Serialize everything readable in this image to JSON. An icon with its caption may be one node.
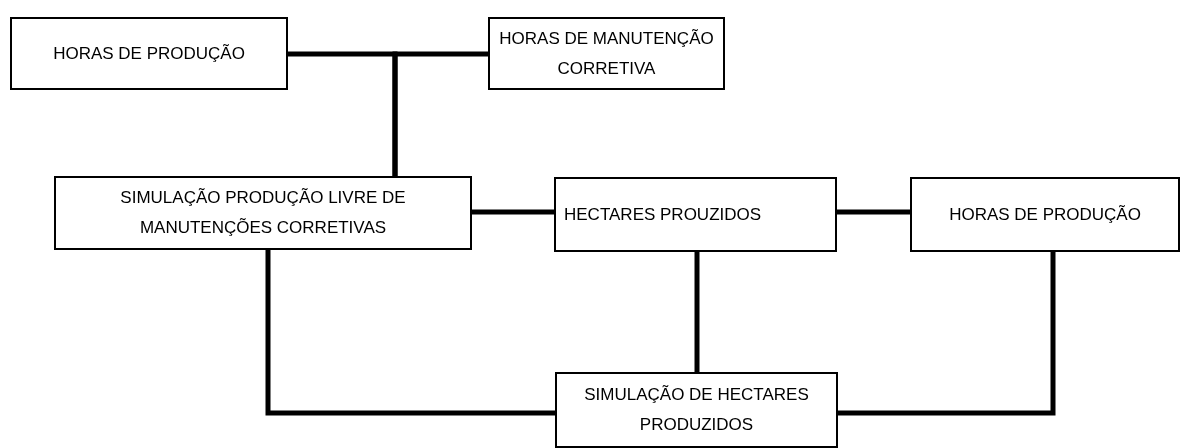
{
  "diagram": {
    "nodes": [
      {
        "text": [
          "HORAS DE PRODUÇÃO"
        ]
      },
      {
        "text": [
          "HORAS DE MANUTENÇÃO CORRETIVA"
        ]
      },
      {
        "text": [
          "SIMULAÇÃO PRODUÇÃO LIVRE DE MANUTENÇÕES CORRETIVAS"
        ]
      },
      {
        "text": [
          "HECTARES PROUZIDOS"
        ]
      },
      {
        "text": [
          "HORAS DE PRODUÇÃO"
        ]
      },
      {
        "text": [
          "SIMULAÇÃO DE HECTARES PRODUZIDOS"
        ]
      }
    ],
    "edges": [
      {
        "from": 0,
        "to": 2,
        "arrow": "none"
      },
      {
        "from": 1,
        "to": 2,
        "arrow": "none"
      },
      {
        "from": 2,
        "to": 3,
        "arrow": "none"
      },
      {
        "from": 3,
        "to": 4,
        "arrow": "none"
      },
      {
        "from": 2,
        "to": 5,
        "arrow": "none"
      },
      {
        "from": 3,
        "to": 5,
        "arrow": "none"
      },
      {
        "from": 4,
        "to": 5,
        "arrow": "none"
      }
    ]
  }
}
